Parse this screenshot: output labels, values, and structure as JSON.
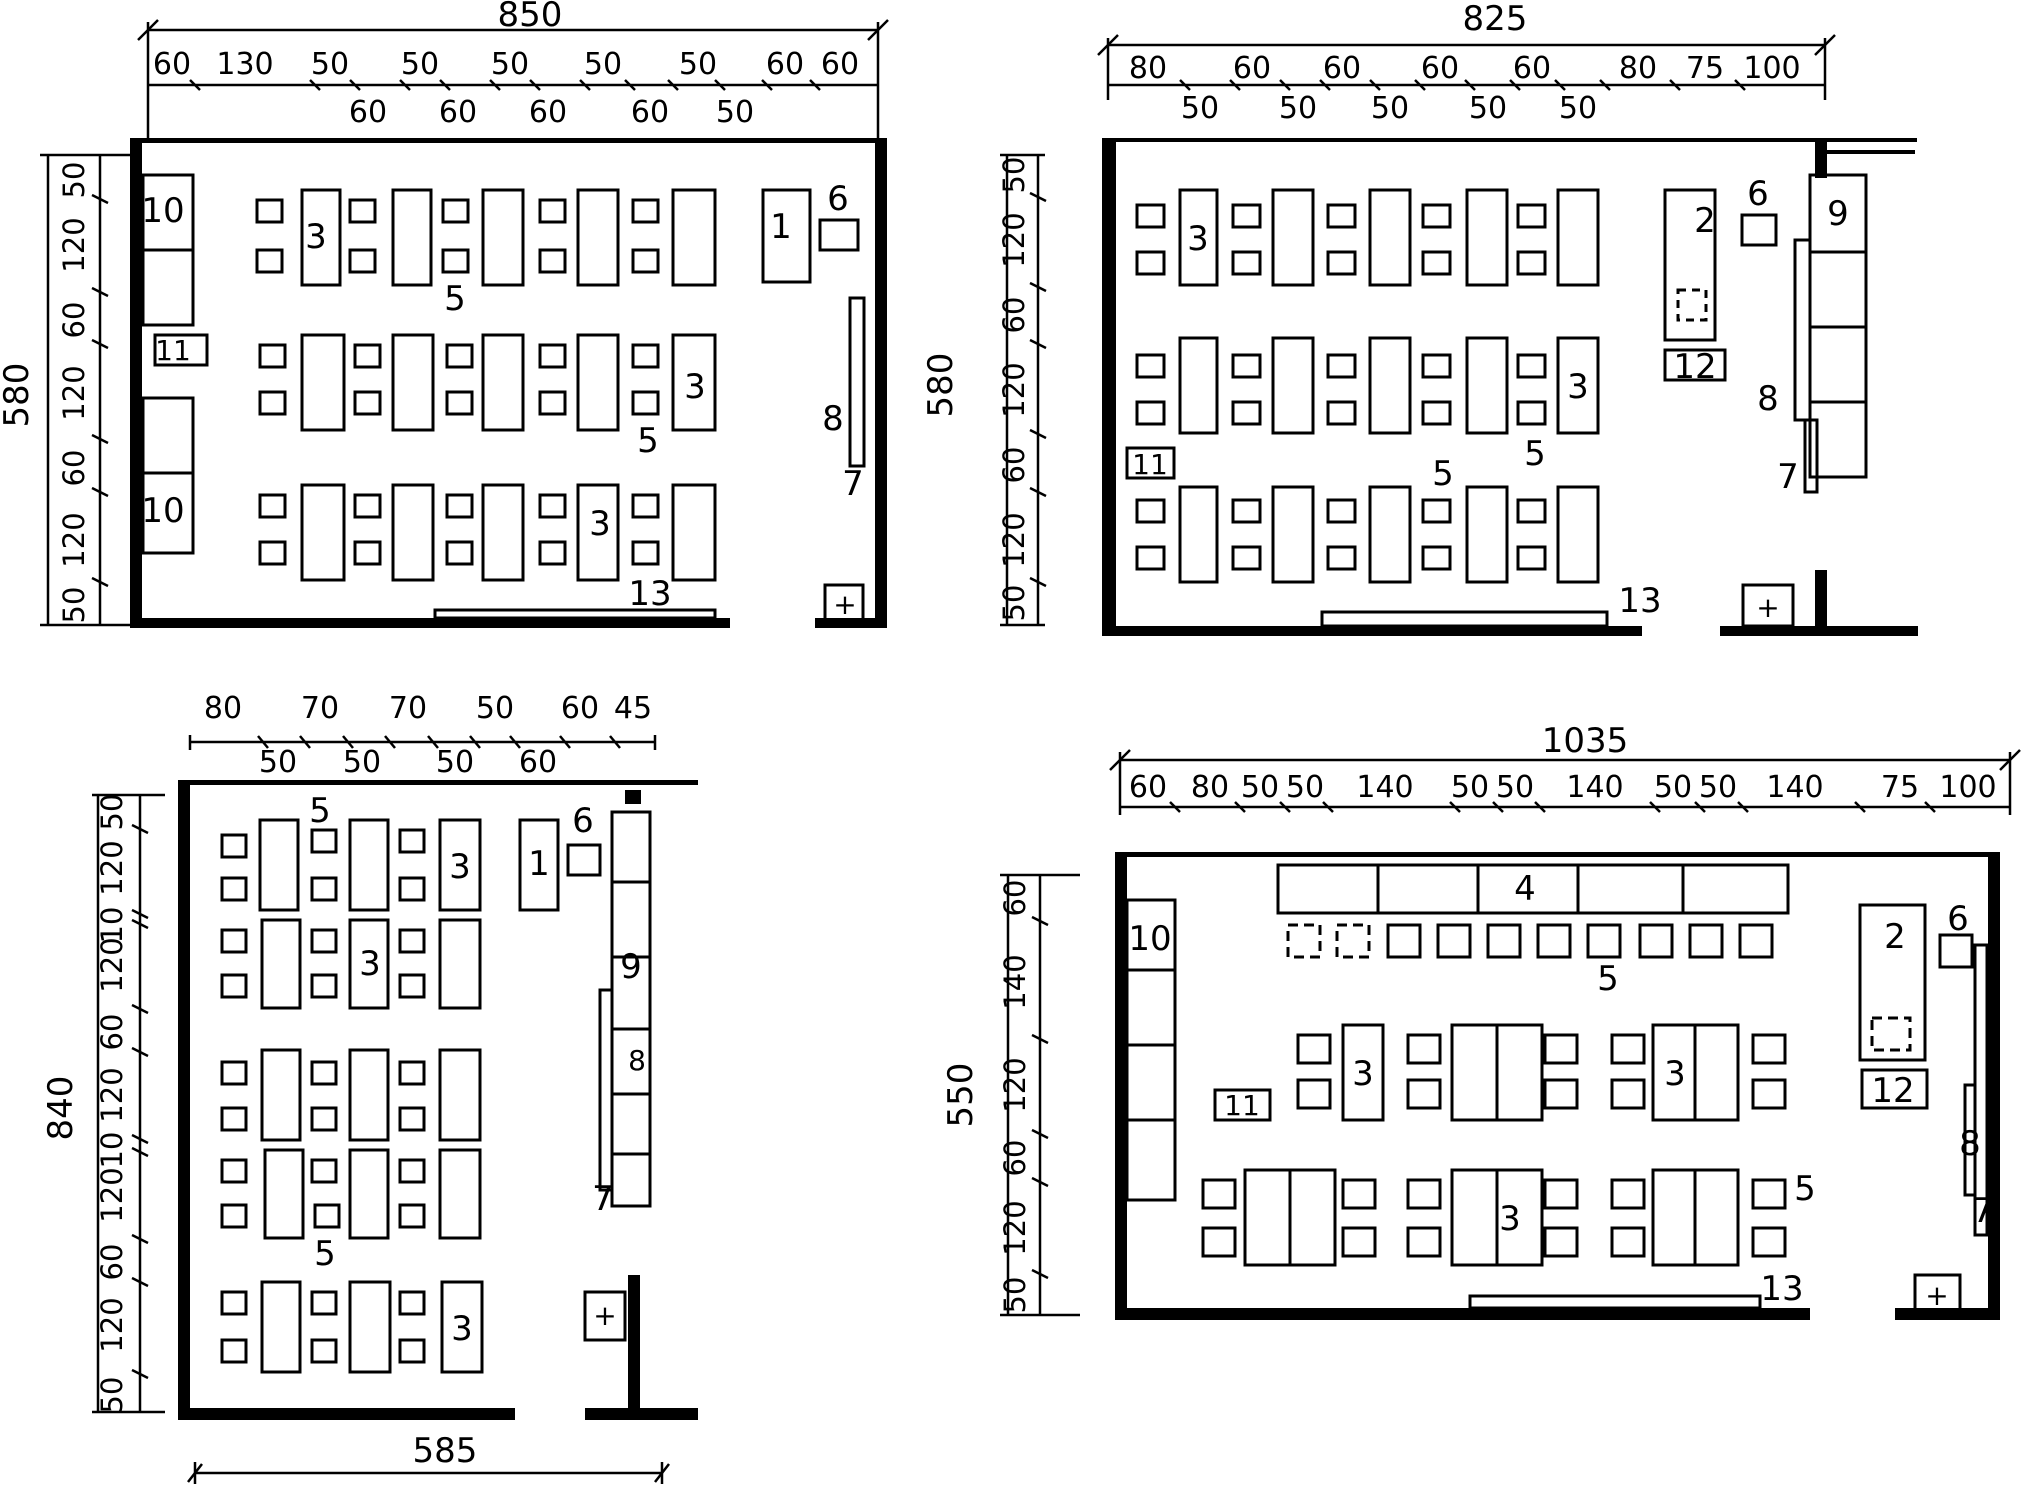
{
  "plans": [
    {
      "top_dims": [
        "60",
        "130",
        "50",
        "50",
        "50",
        "50",
        "50",
        "60",
        "60"
      ],
      "bottom_dims": [
        "60",
        "60",
        "60",
        "60",
        "50"
      ],
      "total_width": "850",
      "left_dims": [
        "50",
        "120",
        "60",
        "120",
        "60",
        "120",
        "50"
      ],
      "total_height": "580",
      "labels": {
        "n10a": "10",
        "n10b": "10",
        "n11": "11",
        "n3a": "3",
        "n3b": "3",
        "n3c": "3",
        "n5a": "5",
        "n5b": "5",
        "n1": "1",
        "n6": "6",
        "n8": "8",
        "n7": "7",
        "n13": "13",
        "n14": "+"
      }
    },
    {
      "top_dims": [
        "80",
        "60",
        "60",
        "60",
        "60",
        "80",
        "75",
        "100"
      ],
      "bottom_dims": [
        "50",
        "50",
        "50",
        "50",
        "50"
      ],
      "total_width": "825",
      "left_dims": [
        "50",
        "120",
        "60",
        "120",
        "60",
        "120",
        "50"
      ],
      "total_height": "580",
      "labels": {
        "n3a": "3",
        "n3b": "3",
        "n5a": "5",
        "n5b": "5",
        "n2": "2",
        "n6": "6",
        "n9": "9",
        "n12": "12",
        "n8": "8",
        "n7": "7",
        "n11": "11",
        "n13": "13",
        "n14": "+"
      }
    },
    {
      "top_dims": [
        "80",
        "70",
        "70",
        "50",
        "60",
        "45"
      ],
      "bottom_dims": [
        "50",
        "50",
        "50",
        "60"
      ],
      "total_width": "585",
      "left_dims": [
        "50",
        "120",
        "10",
        "120",
        "60",
        "120",
        "10",
        "120",
        "60",
        "120",
        "50"
      ],
      "total_height": "840",
      "labels": {
        "n5a": "5",
        "n5b": "5",
        "n3a": "3",
        "n3b": "3",
        "n3c": "3",
        "n1": "1",
        "n6": "6",
        "n9": "9",
        "n8": "8",
        "n7": "7",
        "n14": "+"
      }
    },
    {
      "top_dims": [
        "60",
        "80",
        "50",
        "50",
        "140",
        "50",
        "50",
        "140",
        "50",
        "50",
        "140",
        "75",
        "100"
      ],
      "total_width": "1035",
      "left_dims": [
        "60",
        "140",
        "120",
        "60",
        "120",
        "50"
      ],
      "total_height": "550",
      "labels": {
        "n4": "4",
        "n10": "10",
        "n11": "11",
        "n5a": "5",
        "n5b": "5",
        "n3a": "3",
        "n3b": "3",
        "n3c": "3",
        "n2": "2",
        "n6": "6",
        "n12": "12",
        "n8": "8",
        "n7": "7",
        "n13": "13",
        "n14": "+"
      }
    }
  ]
}
